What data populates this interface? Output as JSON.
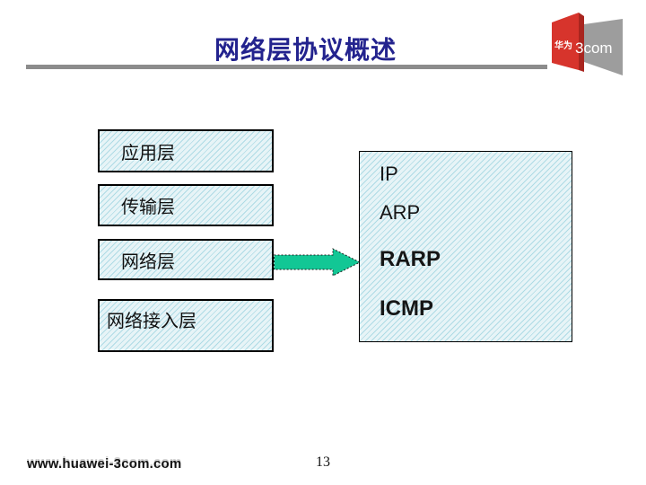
{
  "slide": {
    "title": "网络层协议概述",
    "footer_url": "www.huawei-3com.com",
    "page_number": "13"
  },
  "logo": {
    "left_text": "华为",
    "right_text": "3com",
    "colors": {
      "red": "#D7342C",
      "dark_red": "#A9251F",
      "gray": "#9D9D9D",
      "text": "#FFFFFF"
    }
  },
  "diagram": {
    "layers": [
      {
        "label": "应用层"
      },
      {
        "label": "传输层"
      },
      {
        "label": "网络层"
      },
      {
        "label": "网络接入层"
      }
    ],
    "protocols": [
      {
        "label": "IP"
      },
      {
        "label": "ARP"
      },
      {
        "label": "RARP"
      },
      {
        "label": "ICMP"
      }
    ],
    "arrow": {
      "from": "网络层",
      "to": "协议框",
      "color": "#12C795"
    }
  },
  "colors": {
    "title": "#23238E",
    "rule": "#8C8C8C",
    "box_fill": "#E7F4F7",
    "box_hatch": "#80C6D6",
    "box_border": "#000000"
  }
}
